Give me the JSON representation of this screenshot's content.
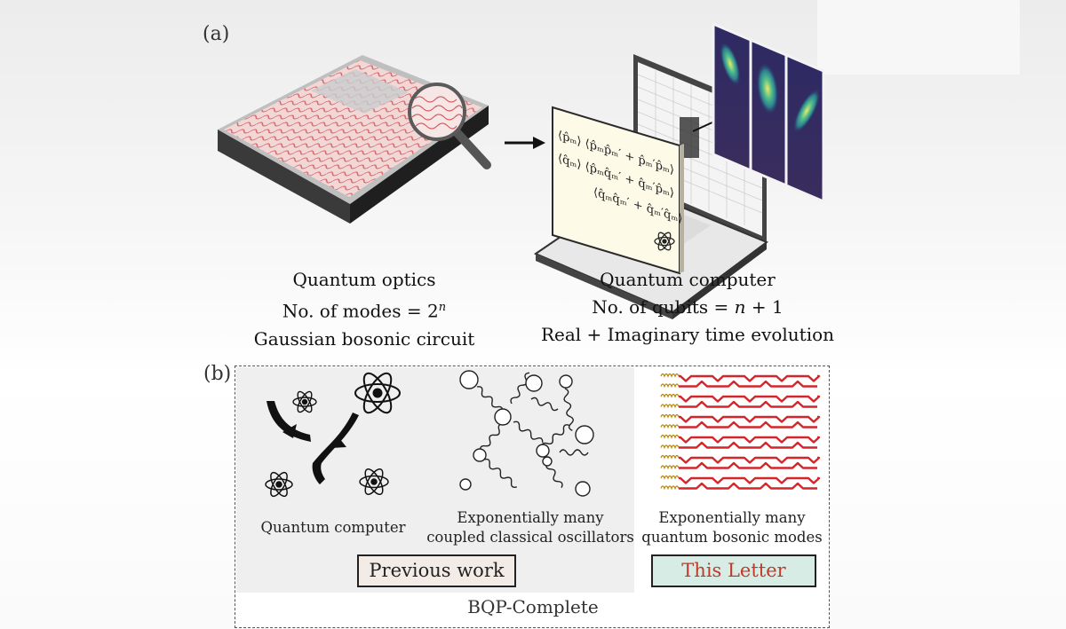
{
  "panel_a": {
    "label": "(a)",
    "left_caption": {
      "line1": "Quantum optics",
      "line2_prefix": "No. of modes = 2",
      "line2_sup": "n",
      "line3": "Gaussian bosonic circuit"
    },
    "right_caption": {
      "line1": "Quantum computer",
      "line2_prefix": "No. of qubits = ",
      "line2_var": "n",
      "line2_suffix": " + 1",
      "line3": "Real + Imaginary time evolution"
    },
    "screen_equations": [
      "⟨p̂ₘ⟩  ⟨p̂ₘp̂ₘ′ + p̂ₘ′p̂ₘ⟩",
      "⟨q̂ₘ⟩ ⟨p̂ₘq̂ₘ′ + q̂ₘ′p̂ₘ⟩",
      "⟨q̂ₘq̂ₘ′ + q̂ₘ′q̂ₘ⟩"
    ]
  },
  "panel_b": {
    "label": "(b)",
    "captions": {
      "quantum_computer": "Quantum computer",
      "oscillators_line1": "Exponentially many",
      "oscillators_line2": "coupled classical oscillators",
      "bosonic_line1": "Exponentially many",
      "bosonic_line2": "quantum bosonic modes"
    },
    "previous_work": "Previous work",
    "this_letter": "This Letter",
    "footer": "BQP-Complete"
  },
  "colors": {
    "waveguide_red": "#d3262a",
    "coil_gold": "#b8860b",
    "chip_pink": "#e8a0a0",
    "chip_edge": "#2b2b2b",
    "this_letter_text": "#c0392b",
    "previous_bg": "#f3ece6",
    "this_bg": "#d7ece4"
  },
  "icons": [
    "magnifier-icon",
    "arrow-right-icon",
    "laptop-icon",
    "atom-icon",
    "cycle-arrows-icon"
  ]
}
